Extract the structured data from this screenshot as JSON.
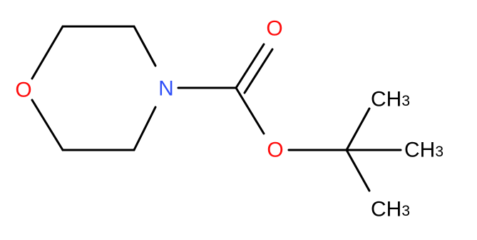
{
  "colors": {
    "bond": "#000000",
    "oxygen": "#ff0d0d",
    "nitrogen": "#3050f8",
    "carbon_label": "#000000"
  },
  "atoms": {
    "ring_oxygen": "O",
    "ring_nitrogen": "N",
    "carbonyl_oxygen": "O",
    "ester_oxygen": "O",
    "methyl_top": {
      "main": "CH",
      "sub": "3"
    },
    "methyl_right": {
      "main": "CH",
      "sub": "3"
    },
    "methyl_bottom": {
      "main": "CH",
      "sub": "3"
    }
  }
}
